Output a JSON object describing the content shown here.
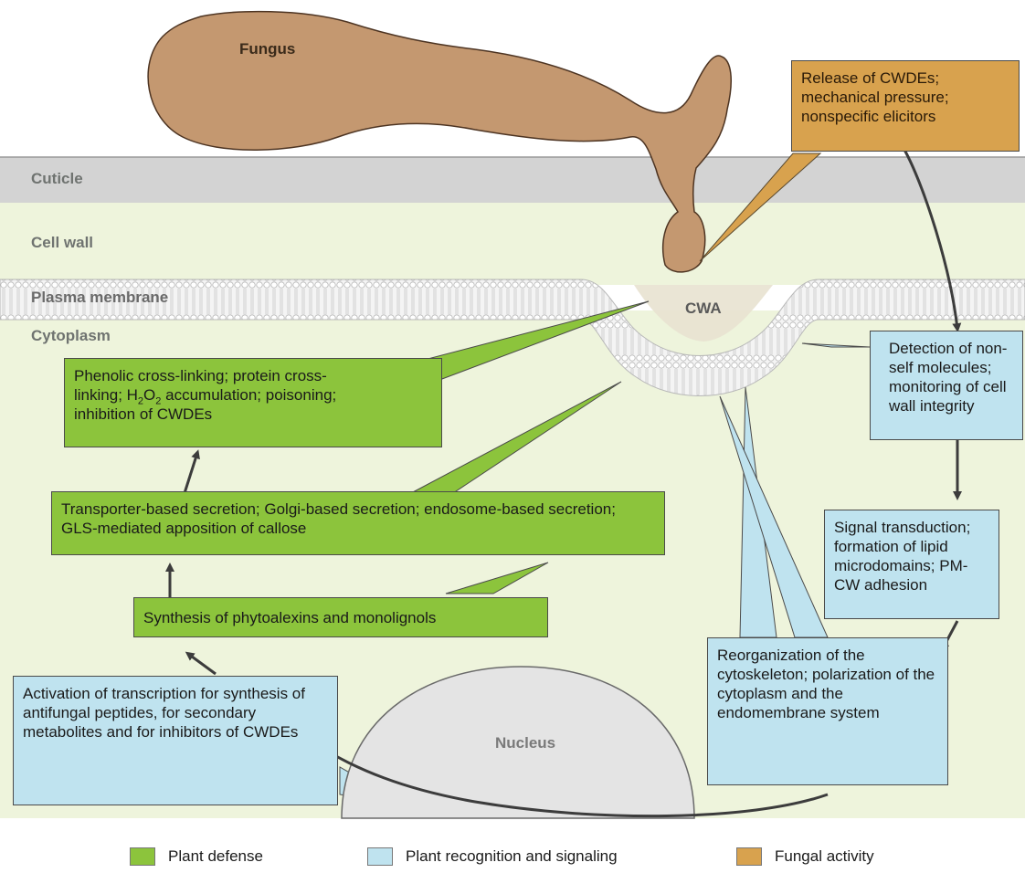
{
  "layers": {
    "cuticle": "Cuticle",
    "cell_wall": "Cell wall",
    "plasma_membrane": "Plasma membrane",
    "cytoplasm": "Cytoplasm"
  },
  "labels": {
    "fungus": "Fungus",
    "cwa": "CWA",
    "nucleus": "Nucleus"
  },
  "boxes": {
    "fungal_release": "Release of CWDEs; mechanical pressure; nonspecific elicitors",
    "phenolic": {
      "line1": "Phenolic cross-linking; protein cross-",
      "line2_pre": "linking; H",
      "sub1": "2",
      "line2_mid": "O",
      "sub2": "2",
      "line2_post": " accumulation; poisoning;",
      "line3": "inhibition of CWDEs"
    },
    "secretion": "Transporter-based secretion; Golgi-based secretion; endosome-based secretion; GLS-mediated apposition of callose",
    "synthesis": "Synthesis of phytoalexins and monolignols",
    "activation": "Activation of transcription for synthesis of antifungal peptides, for secondary metabolites and for inhibitors of CWDEs",
    "detection": "Detection of non-self molecules; monitoring of cell wall integrity",
    "signal": "Signal transduction; formation of lipid microdomains; PM-CW adhesion",
    "reorganization": "Reorganization of the cytoskeleton; polarization of the cytoplasm and the endomembrane system"
  },
  "legend": {
    "plant_defense": "Plant defense",
    "plant_recognition": "Plant recognition and signaling",
    "fungal_activity": "Fungal activity"
  },
  "colors": {
    "plant_defense": "#8cc43c",
    "plant_recognition": "#bfe3ef",
    "fungal_activity": "#d8a24e",
    "fungus": "#c49870",
    "cuticle": "#d3d3d3",
    "cytoplasm": "#eef4dc"
  }
}
